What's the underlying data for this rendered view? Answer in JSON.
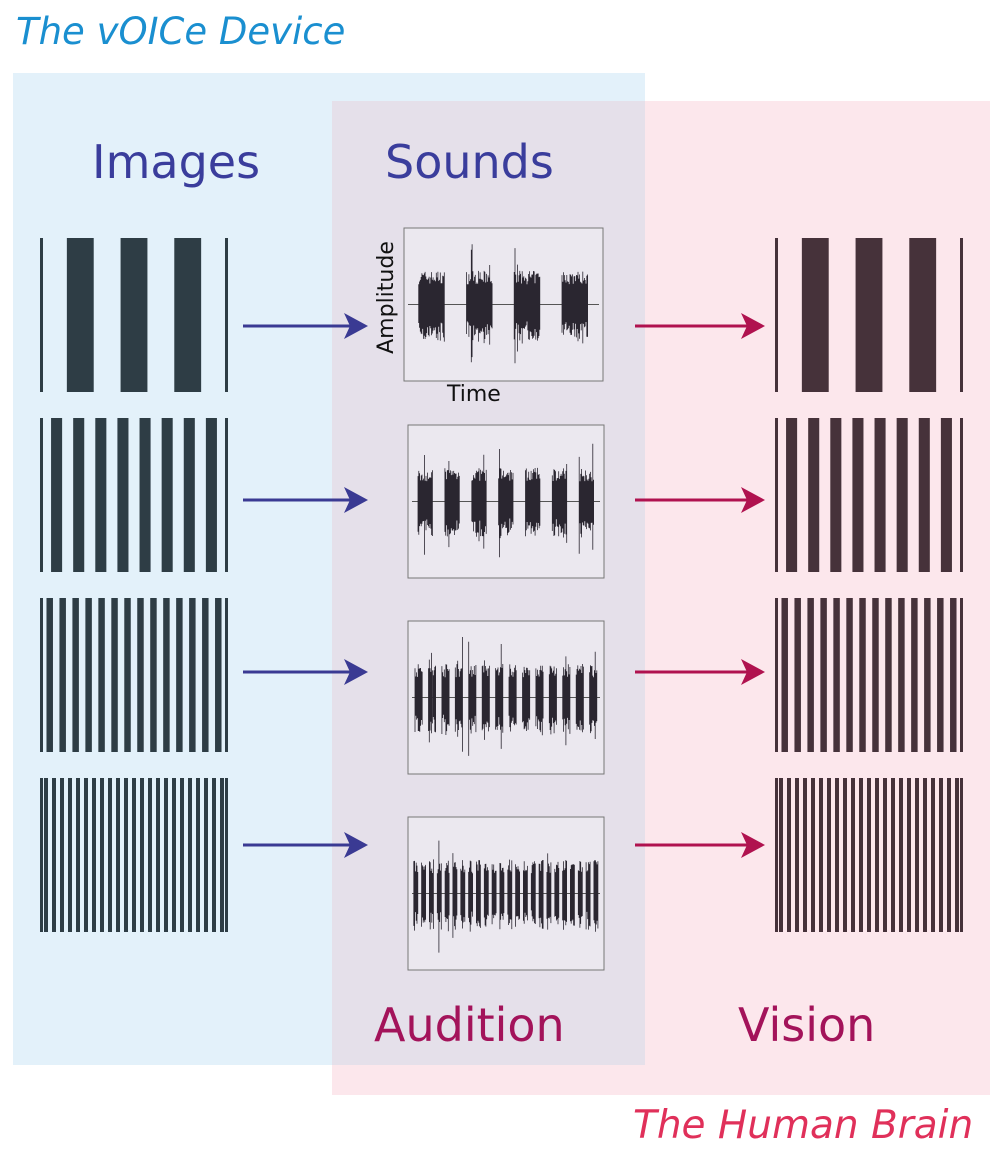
{
  "titles": {
    "device": "The vOICe Device",
    "brain": "The Human Brain"
  },
  "headings": {
    "images": "Images",
    "sounds": "Sounds",
    "audition": "Audition",
    "vision": "Vision"
  },
  "axes": {
    "y": "Amplitude",
    "x": "Time"
  },
  "rows": [
    {
      "bars": 3,
      "bursts": 4
    },
    {
      "bars": 8,
      "bursts": 7
    },
    {
      "bars": 14,
      "bursts": 14
    },
    {
      "bars": 23,
      "bursts": 24
    }
  ],
  "colors": {
    "device_bg": "#e3f1fa",
    "brain_bg": "#fce7ec",
    "overlap_bg": "#e5e0ea",
    "device_text": "#1a8fd0",
    "brain_text": "#e0305a",
    "heading_blue": "#3a3d9c",
    "heading_red": "#a3135a",
    "blue_arrow": "#3a3a93",
    "red_arrow": "#b0124f",
    "grating_left": "#2e3d45",
    "grating_right": "#46323a",
    "wave": "#2a2630"
  }
}
